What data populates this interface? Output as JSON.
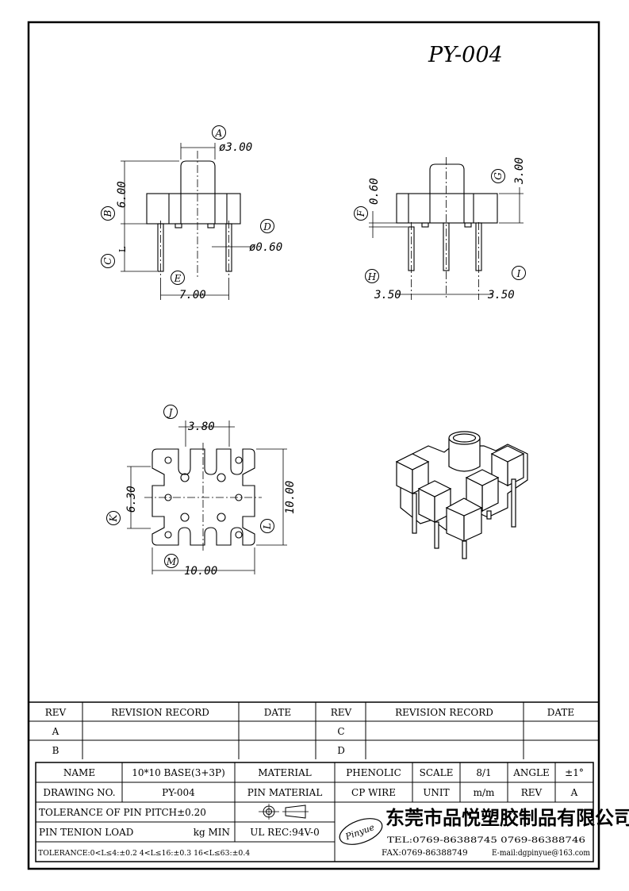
{
  "drawing_no": "PY-004",
  "circled_labels": {
    "A": "A",
    "B": "B",
    "C": "C",
    "D": "D",
    "E": "E",
    "F": "F",
    "G": "G",
    "H": "H",
    "I": "I",
    "J": "J",
    "K": "K",
    "L": "L",
    "M": "M"
  },
  "dims": {
    "a": "ø3.00",
    "b": "6.00",
    "c": "L",
    "d": "ø0.60",
    "e": "7.00",
    "f": "0.60",
    "g": "3.00",
    "h": "3.50",
    "i": "3.50",
    "j": "3.80",
    "k": "6.30",
    "l": "10.00",
    "m": "10.00"
  },
  "revision_table": {
    "headers": [
      "REV",
      "REVISION RECORD",
      "DATE",
      "REV",
      "REVISION RECORD",
      "DATE"
    ],
    "rows": [
      [
        "A",
        "",
        "",
        "C",
        "",
        ""
      ],
      [
        "B",
        "",
        "",
        "D",
        "",
        ""
      ]
    ]
  },
  "title_block": {
    "name_label": "NAME",
    "name_value": "10*10 BASE(3+3P)",
    "material_label": "MATERIAL",
    "material_value": "PHENOLIC",
    "scale_label": "SCALE",
    "scale_value": "8/1",
    "angle_label": "ANGLE",
    "angle_value": "±1°",
    "drawing_no_label": "DRAWING NO.",
    "drawing_no_value": "PY-004",
    "pin_material_label": "PIN MATERIAL",
    "pin_material_value": "CP WIRE",
    "unit_label": "UNIT",
    "unit_value": "m/m",
    "rev_label": "REV",
    "rev_value": "A",
    "tol_pitch": "TOLERANCE OF PIN PITCH±0.20",
    "pin_tension_label": "PIN TENION LOAD",
    "pin_tension_value": "kg MIN",
    "ul_rec": "UL REC:94V-0",
    "tolerance_note": "TOLERANCE:0<L≤4:±0.2  4<L≤16:±0.3  16<L≤63:±0.4",
    "company_name": "东莞市品悦塑胶制品有限公司",
    "logo_text": "Pinyue",
    "tel": "TEL:0769-86388745  0769-86388746",
    "fax": "FAX:0769-86388749",
    "email": "E-mail:dgpinyue@163.com"
  }
}
